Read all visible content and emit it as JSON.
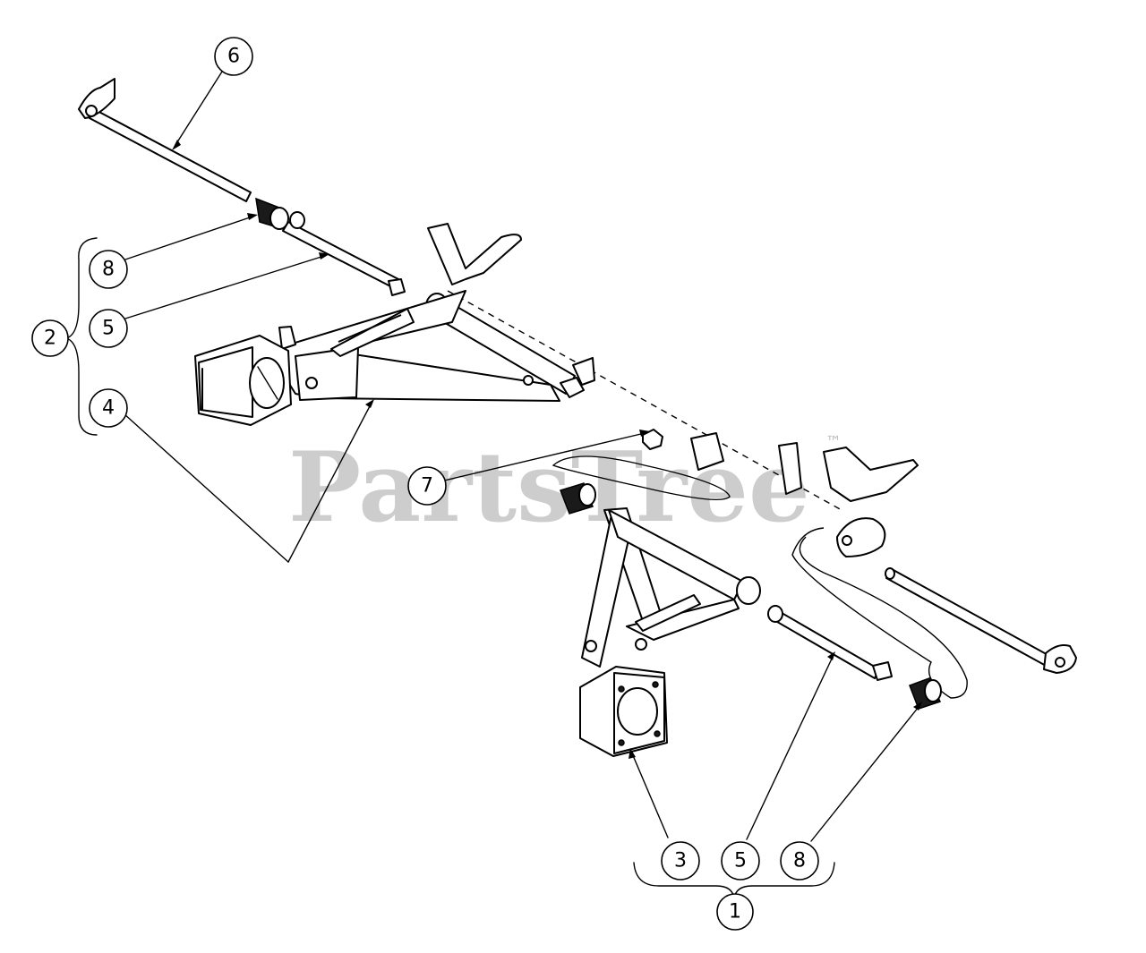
{
  "watermark": {
    "text": "PartsTree",
    "trademark": "™"
  },
  "callouts": [
    {
      "id": "c6",
      "label": "6"
    },
    {
      "id": "c8a",
      "label": "8"
    },
    {
      "id": "c5a",
      "label": "5"
    },
    {
      "id": "c2",
      "label": "2"
    },
    {
      "id": "c4",
      "label": "4"
    },
    {
      "id": "c7",
      "label": "7"
    },
    {
      "id": "c3",
      "label": "3"
    },
    {
      "id": "c5b",
      "label": "5"
    },
    {
      "id": "c8b",
      "label": "8"
    },
    {
      "id": "c1",
      "label": "1"
    }
  ]
}
